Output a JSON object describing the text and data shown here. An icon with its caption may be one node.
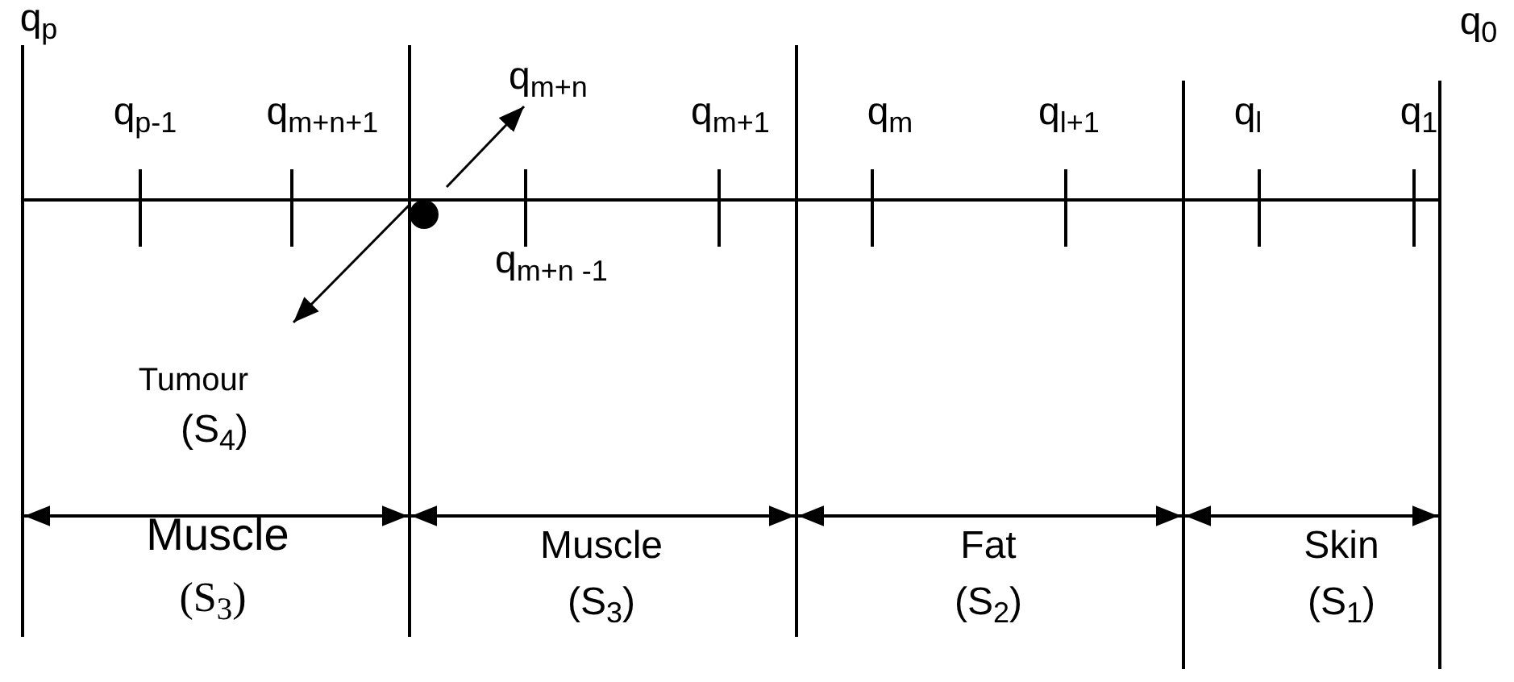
{
  "diagram": {
    "labels": [
      "q$_{p}$",
      "q$_{0}$",
      "q$_{p-1}$",
      "q$_{m+n+1}$",
      "q$_{m+n}$",
      "q$_{m+1}$",
      "q$_{m}$",
      "q$_{l+1}$",
      "q$_{l}$",
      "q$_{1}$",
      "q$_{m+n -1}$",
      "Tumour",
      "(S$_{4}$)",
      "Muscle",
      "(S$_{3}$)",
      "Muscle",
      "(S$_{3}$)",
      "Fat",
      "(S$_{2}$)",
      "Skin",
      "(S$_{1}$)"
    ]
  }
}
